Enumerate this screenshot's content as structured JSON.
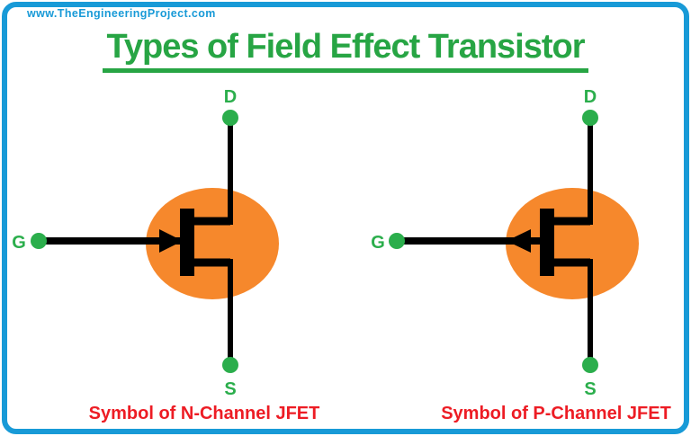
{
  "watermark": "www.TheEngineeringProject.com",
  "title": "Types of Field Effect Transistor",
  "colors": {
    "frame_blue": "#189AD7",
    "title_green": "#27A544",
    "terminal_green": "#2BAE4C",
    "body_orange": "#F6882C",
    "caption_red": "#ED1C24",
    "line_black": "#000000"
  },
  "transistors": [
    {
      "name": "N-Channel JFET",
      "arrow_direction": "into-gate",
      "terminals": {
        "gate": "G",
        "drain": "D",
        "source": "S"
      },
      "caption": "Symbol of N-Channel JFET"
    },
    {
      "name": "P-Channel JFET",
      "arrow_direction": "out-of-gate",
      "terminals": {
        "gate": "G",
        "drain": "D",
        "source": "S"
      },
      "caption": "Symbol of P-Channel JFET"
    }
  ]
}
